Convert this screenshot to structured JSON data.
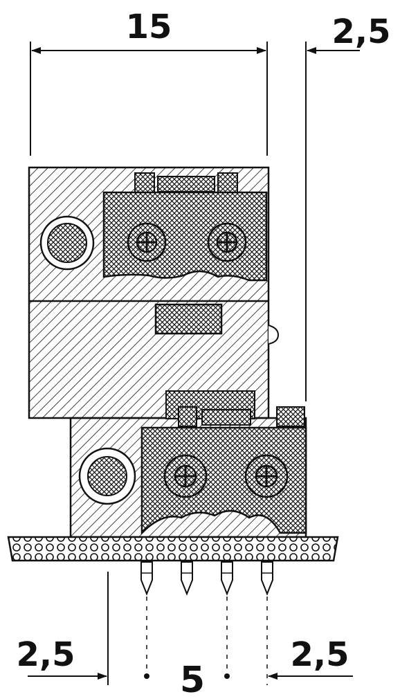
{
  "dimensions": {
    "top_width": "15",
    "top_right_offset": "2,5",
    "bottom_left_offset": "2,5",
    "pin_pitch": "5",
    "bottom_right_offset": "2,5"
  },
  "colors": {
    "line": "#111111",
    "background": "#ffffff",
    "screw_ring": "#ffffff"
  }
}
